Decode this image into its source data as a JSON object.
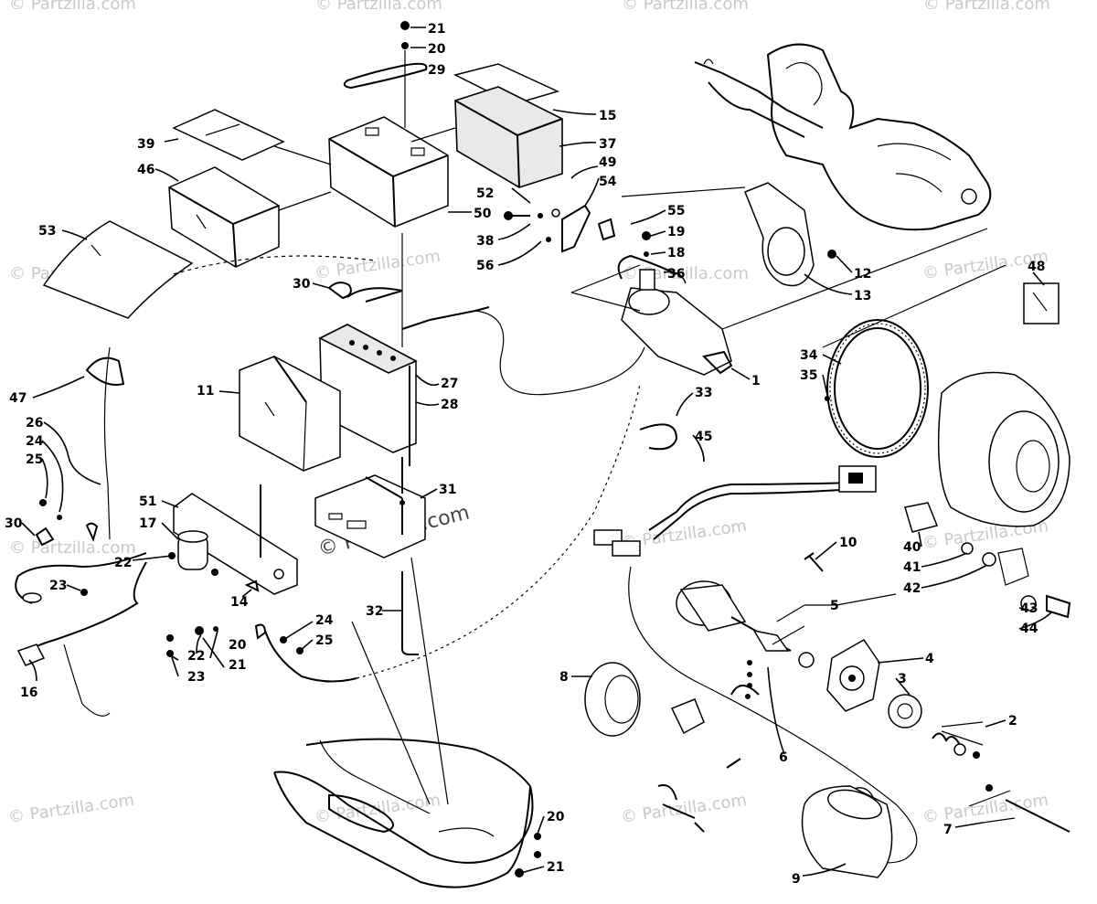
{
  "watermark": "© Partzilla.com",
  "center_watermark": "© Partzilla.com",
  "labels": [
    {
      "id": "l1",
      "text": "1"
    },
    {
      "id": "l2",
      "text": "2"
    },
    {
      "id": "l3",
      "text": "3"
    },
    {
      "id": "l4",
      "text": "4"
    },
    {
      "id": "l5",
      "text": "5"
    },
    {
      "id": "l6",
      "text": "6"
    },
    {
      "id": "l7",
      "text": "7"
    },
    {
      "id": "l8",
      "text": "8"
    },
    {
      "id": "l9",
      "text": "9"
    },
    {
      "id": "l10",
      "text": "10"
    },
    {
      "id": "l11",
      "text": "11"
    },
    {
      "id": "l12",
      "text": "12"
    },
    {
      "id": "l13",
      "text": "13"
    },
    {
      "id": "l14",
      "text": "14"
    },
    {
      "id": "l15",
      "text": "15"
    },
    {
      "id": "l16",
      "text": "16"
    },
    {
      "id": "l17",
      "text": "17"
    },
    {
      "id": "l18",
      "text": "18"
    },
    {
      "id": "l19",
      "text": "19"
    },
    {
      "id": "l20a",
      "text": "20"
    },
    {
      "id": "l20b",
      "text": "20"
    },
    {
      "id": "l20c",
      "text": "20"
    },
    {
      "id": "l21a",
      "text": "21"
    },
    {
      "id": "l21b",
      "text": "21"
    },
    {
      "id": "l21c",
      "text": "21"
    },
    {
      "id": "l22a",
      "text": "22"
    },
    {
      "id": "l22b",
      "text": "22"
    },
    {
      "id": "l23a",
      "text": "23"
    },
    {
      "id": "l23b",
      "text": "23"
    },
    {
      "id": "l24a",
      "text": "24"
    },
    {
      "id": "l24b",
      "text": "24"
    },
    {
      "id": "l25a",
      "text": "25"
    },
    {
      "id": "l25b",
      "text": "25"
    },
    {
      "id": "l26",
      "text": "26"
    },
    {
      "id": "l27",
      "text": "27"
    },
    {
      "id": "l28",
      "text": "28"
    },
    {
      "id": "l29",
      "text": "29"
    },
    {
      "id": "l30a",
      "text": "30"
    },
    {
      "id": "l30b",
      "text": "30"
    },
    {
      "id": "l31",
      "text": "31"
    },
    {
      "id": "l32",
      "text": "32"
    },
    {
      "id": "l33",
      "text": "33"
    },
    {
      "id": "l34",
      "text": "34"
    },
    {
      "id": "l35",
      "text": "35"
    },
    {
      "id": "l36",
      "text": "36"
    },
    {
      "id": "l37",
      "text": "37"
    },
    {
      "id": "l38",
      "text": "38"
    },
    {
      "id": "l39",
      "text": "39"
    },
    {
      "id": "l40",
      "text": "40"
    },
    {
      "id": "l41",
      "text": "41"
    },
    {
      "id": "l42",
      "text": "42"
    },
    {
      "id": "l43",
      "text": "43"
    },
    {
      "id": "l44",
      "text": "44"
    },
    {
      "id": "l45",
      "text": "45"
    },
    {
      "id": "l46",
      "text": "46"
    },
    {
      "id": "l47",
      "text": "47"
    },
    {
      "id": "l48",
      "text": "48"
    },
    {
      "id": "l49",
      "text": "49"
    },
    {
      "id": "l50",
      "text": "50"
    },
    {
      "id": "l51",
      "text": "51"
    },
    {
      "id": "l52",
      "text": "52"
    },
    {
      "id": "l53",
      "text": "53"
    },
    {
      "id": "l54",
      "text": "54"
    },
    {
      "id": "l55",
      "text": "55"
    },
    {
      "id": "l56",
      "text": "56"
    }
  ]
}
